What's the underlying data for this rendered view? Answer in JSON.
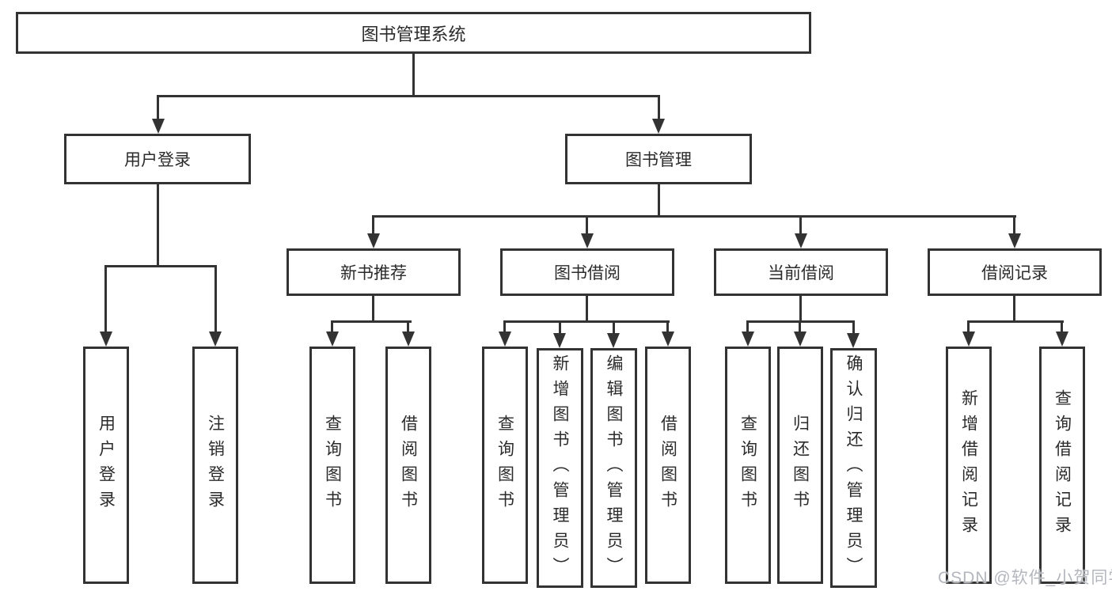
{
  "colors": {
    "line": "#333333",
    "text": "#2b2b2b",
    "watermark": "#b3b7bd",
    "background": "#ffffff"
  },
  "watermark": {
    "text": "CSDN @软件_小贺同学"
  },
  "root": {
    "label": "图书管理系统",
    "children": [
      {
        "label": "用户登录",
        "children": [
          {
            "label": "用户登录"
          },
          {
            "label": "注销登录"
          }
        ]
      },
      {
        "label": "图书管理",
        "children": [
          {
            "label": "新书推荐",
            "children": [
              {
                "label": "查询图书"
              },
              {
                "label": "借阅图书"
              }
            ]
          },
          {
            "label": "图书借阅",
            "children": [
              {
                "label": "查询图书"
              },
              {
                "label": "新增图书（管理员）"
              },
              {
                "label": "编辑图书（管理员）"
              },
              {
                "label": "借阅图书"
              }
            ]
          },
          {
            "label": "当前借阅",
            "children": [
              {
                "label": "查询图书"
              },
              {
                "label": "归还图书"
              },
              {
                "label": "确认归还（管理员）"
              }
            ]
          },
          {
            "label": "借阅记录",
            "children": [
              {
                "label": "新增借阅记录"
              },
              {
                "label": "查询借阅记录"
              }
            ]
          }
        ]
      }
    ]
  }
}
